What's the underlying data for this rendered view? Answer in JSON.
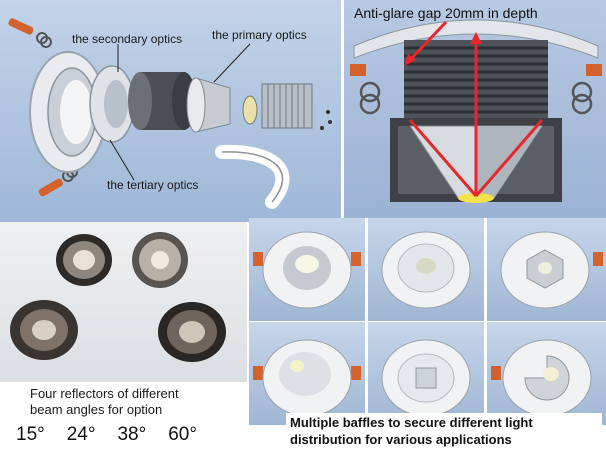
{
  "exploded_view": {
    "labels": {
      "secondary": "the secondary optics",
      "primary": "the primary optics",
      "tertiary": "the tertiary optics"
    }
  },
  "cross_section": {
    "caption": "Anti-glare gap 20mm in depth"
  },
  "reflectors": {
    "caption_line1": "Four reflectors of different",
    "caption_line2": "beam angles for option",
    "angles": [
      "15°",
      "24°",
      "38°",
      "60°"
    ]
  },
  "baffles": {
    "caption_line1": "Multiple baffles to secure different light",
    "caption_line2": "distribution for various applications",
    "variants": [
      "cone",
      "round",
      "hex",
      "cone-offset",
      "square",
      "wedge"
    ]
  },
  "colors": {
    "panel_blue": "#a9bfdc",
    "arrow_red": "#e8262b",
    "clip_orange": "#d3622c"
  }
}
